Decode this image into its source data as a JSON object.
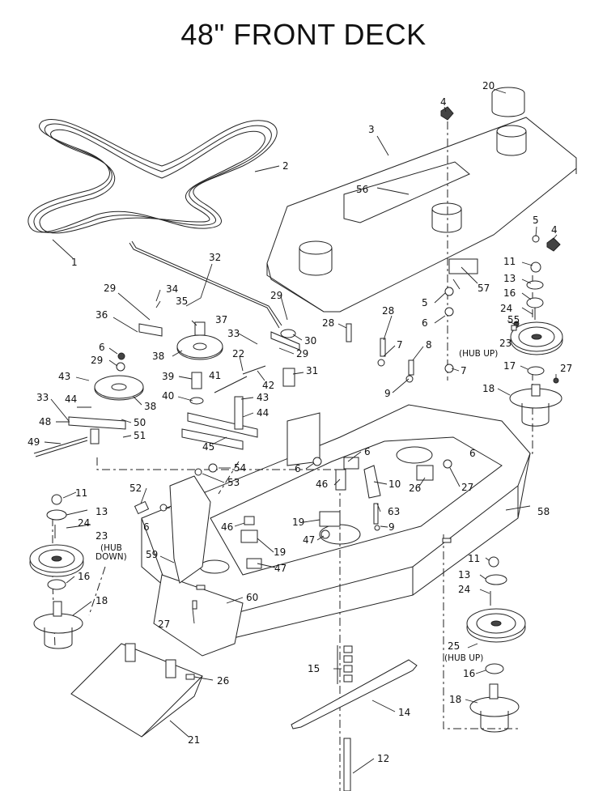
{
  "title": "48\" FRONT DECK",
  "callouts": [
    {
      "id": "p1",
      "text": "1"
    },
    {
      "id": "p2",
      "text": "2"
    },
    {
      "id": "p3",
      "text": "3"
    },
    {
      "id": "p4a",
      "text": "4"
    },
    {
      "id": "p4b",
      "text": "4"
    },
    {
      "id": "p5a",
      "text": "5"
    },
    {
      "id": "p5b",
      "text": "5"
    },
    {
      "id": "p6a",
      "text": "6"
    },
    {
      "id": "p6b",
      "text": "6"
    },
    {
      "id": "p6c",
      "text": "6"
    },
    {
      "id": "p6d",
      "text": "6"
    },
    {
      "id": "p6e",
      "text": "6"
    },
    {
      "id": "p6f",
      "text": "6"
    },
    {
      "id": "p7a",
      "text": "7"
    },
    {
      "id": "p7b",
      "text": "7"
    },
    {
      "id": "p8",
      "text": "8"
    },
    {
      "id": "p9a",
      "text": "9"
    },
    {
      "id": "p9b",
      "text": "9"
    },
    {
      "id": "p10",
      "text": "10"
    },
    {
      "id": "p11a",
      "text": "11"
    },
    {
      "id": "p11b",
      "text": "11"
    },
    {
      "id": "p11c",
      "text": "11"
    },
    {
      "id": "p12",
      "text": "12"
    },
    {
      "id": "p13a",
      "text": "13"
    },
    {
      "id": "p13b",
      "text": "13"
    },
    {
      "id": "p13c",
      "text": "13"
    },
    {
      "id": "p14",
      "text": "14"
    },
    {
      "id": "p15",
      "text": "15"
    },
    {
      "id": "p16a",
      "text": "16"
    },
    {
      "id": "p16b",
      "text": "16"
    },
    {
      "id": "p16c",
      "text": "16"
    },
    {
      "id": "p17",
      "text": "17"
    },
    {
      "id": "p18a",
      "text": "18"
    },
    {
      "id": "p18b",
      "text": "18"
    },
    {
      "id": "p18c",
      "text": "18"
    },
    {
      "id": "p19a",
      "text": "19"
    },
    {
      "id": "p19b",
      "text": "19"
    },
    {
      "id": "p20",
      "text": "20"
    },
    {
      "id": "p21",
      "text": "21"
    },
    {
      "id": "p22",
      "text": "22"
    },
    {
      "id": "p23a",
      "text": "23"
    },
    {
      "id": "p23b",
      "text": "23"
    },
    {
      "id": "p24a",
      "text": "24"
    },
    {
      "id": "p24b",
      "text": "24"
    },
    {
      "id": "p24c",
      "text": "24"
    },
    {
      "id": "p25",
      "text": "25"
    },
    {
      "id": "p26a",
      "text": "26"
    },
    {
      "id": "p26b",
      "text": "26"
    },
    {
      "id": "p27a",
      "text": "27"
    },
    {
      "id": "p27b",
      "text": "27"
    },
    {
      "id": "p27c",
      "text": "27"
    },
    {
      "id": "p28a",
      "text": "28"
    },
    {
      "id": "p28b",
      "text": "28"
    },
    {
      "id": "p29a",
      "text": "29"
    },
    {
      "id": "p29b",
      "text": "29"
    },
    {
      "id": "p29c",
      "text": "29"
    },
    {
      "id": "p29d",
      "text": "29"
    },
    {
      "id": "p30",
      "text": "30"
    },
    {
      "id": "p31",
      "text": "31"
    },
    {
      "id": "p32",
      "text": "32"
    },
    {
      "id": "p33a",
      "text": "33"
    },
    {
      "id": "p33b",
      "text": "33"
    },
    {
      "id": "p34",
      "text": "34"
    },
    {
      "id": "p35",
      "text": "35"
    },
    {
      "id": "p36",
      "text": "36"
    },
    {
      "id": "p37",
      "text": "37"
    },
    {
      "id": "p38a",
      "text": "38"
    },
    {
      "id": "p38b",
      "text": "38"
    },
    {
      "id": "p39",
      "text": "39"
    },
    {
      "id": "p40",
      "text": "40"
    },
    {
      "id": "p41",
      "text": "41"
    },
    {
      "id": "p42",
      "text": "42"
    },
    {
      "id": "p43a",
      "text": "43"
    },
    {
      "id": "p43b",
      "text": "43"
    },
    {
      "id": "p44a",
      "text": "44"
    },
    {
      "id": "p44b",
      "text": "44"
    },
    {
      "id": "p45",
      "text": "45"
    },
    {
      "id": "p46a",
      "text": "46"
    },
    {
      "id": "p46b",
      "text": "46"
    },
    {
      "id": "p47a",
      "text": "47"
    },
    {
      "id": "p47b",
      "text": "47"
    },
    {
      "id": "p48",
      "text": "48"
    },
    {
      "id": "p49",
      "text": "49"
    },
    {
      "id": "p50",
      "text": "50"
    },
    {
      "id": "p51",
      "text": "51"
    },
    {
      "id": "p52",
      "text": "52"
    },
    {
      "id": "p53",
      "text": "53"
    },
    {
      "id": "p54",
      "text": "54"
    },
    {
      "id": "p55",
      "text": "55"
    },
    {
      "id": "p56",
      "text": "56"
    },
    {
      "id": "p57",
      "text": "57"
    },
    {
      "id": "p58",
      "text": "58"
    },
    {
      "id": "p59",
      "text": "59"
    },
    {
      "id": "p60",
      "text": "60"
    },
    {
      "id": "p63",
      "text": "63"
    }
  ],
  "notes": {
    "hub_up_right": "(HUB UP)",
    "hub_up_lower": "(HUB UP)",
    "hub_down_1": "(HUB",
    "hub_down_2": "DOWN)"
  }
}
